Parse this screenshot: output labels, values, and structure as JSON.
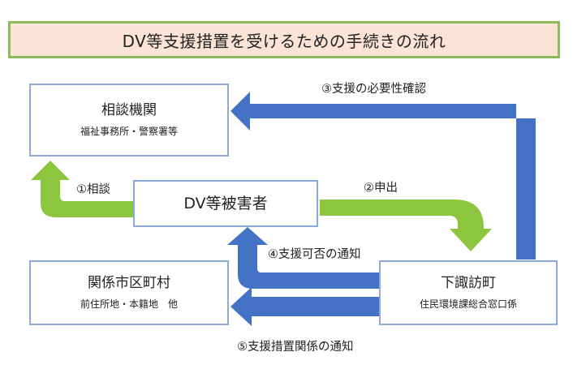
{
  "title": "DV等支援措置を受けるための手続きの流れ",
  "nodes": {
    "consult": {
      "main": "相談機関",
      "sub": "福祉事務所・警察署等"
    },
    "victim": {
      "main": "DV等被害者"
    },
    "municipality": {
      "main": "関係市区町村",
      "sub": "前住所地・本籍地　他"
    },
    "shimosuwa": {
      "main": "下諏訪町",
      "sub": "住民環境課総合窓口係"
    }
  },
  "arrows": {
    "a1": "①相談",
    "a2": "②申出",
    "a3": "③支援の必要性確認",
    "a4": "④支援可否の通知",
    "a5": "⑤支援措置関係の通知"
  },
  "colors": {
    "green_arrow": "#8cc63f",
    "blue_arrow": "#4472c4",
    "node_border": "#8ea9db",
    "title_bg": "#fbe4d5",
    "title_border": "#8fba5a"
  }
}
